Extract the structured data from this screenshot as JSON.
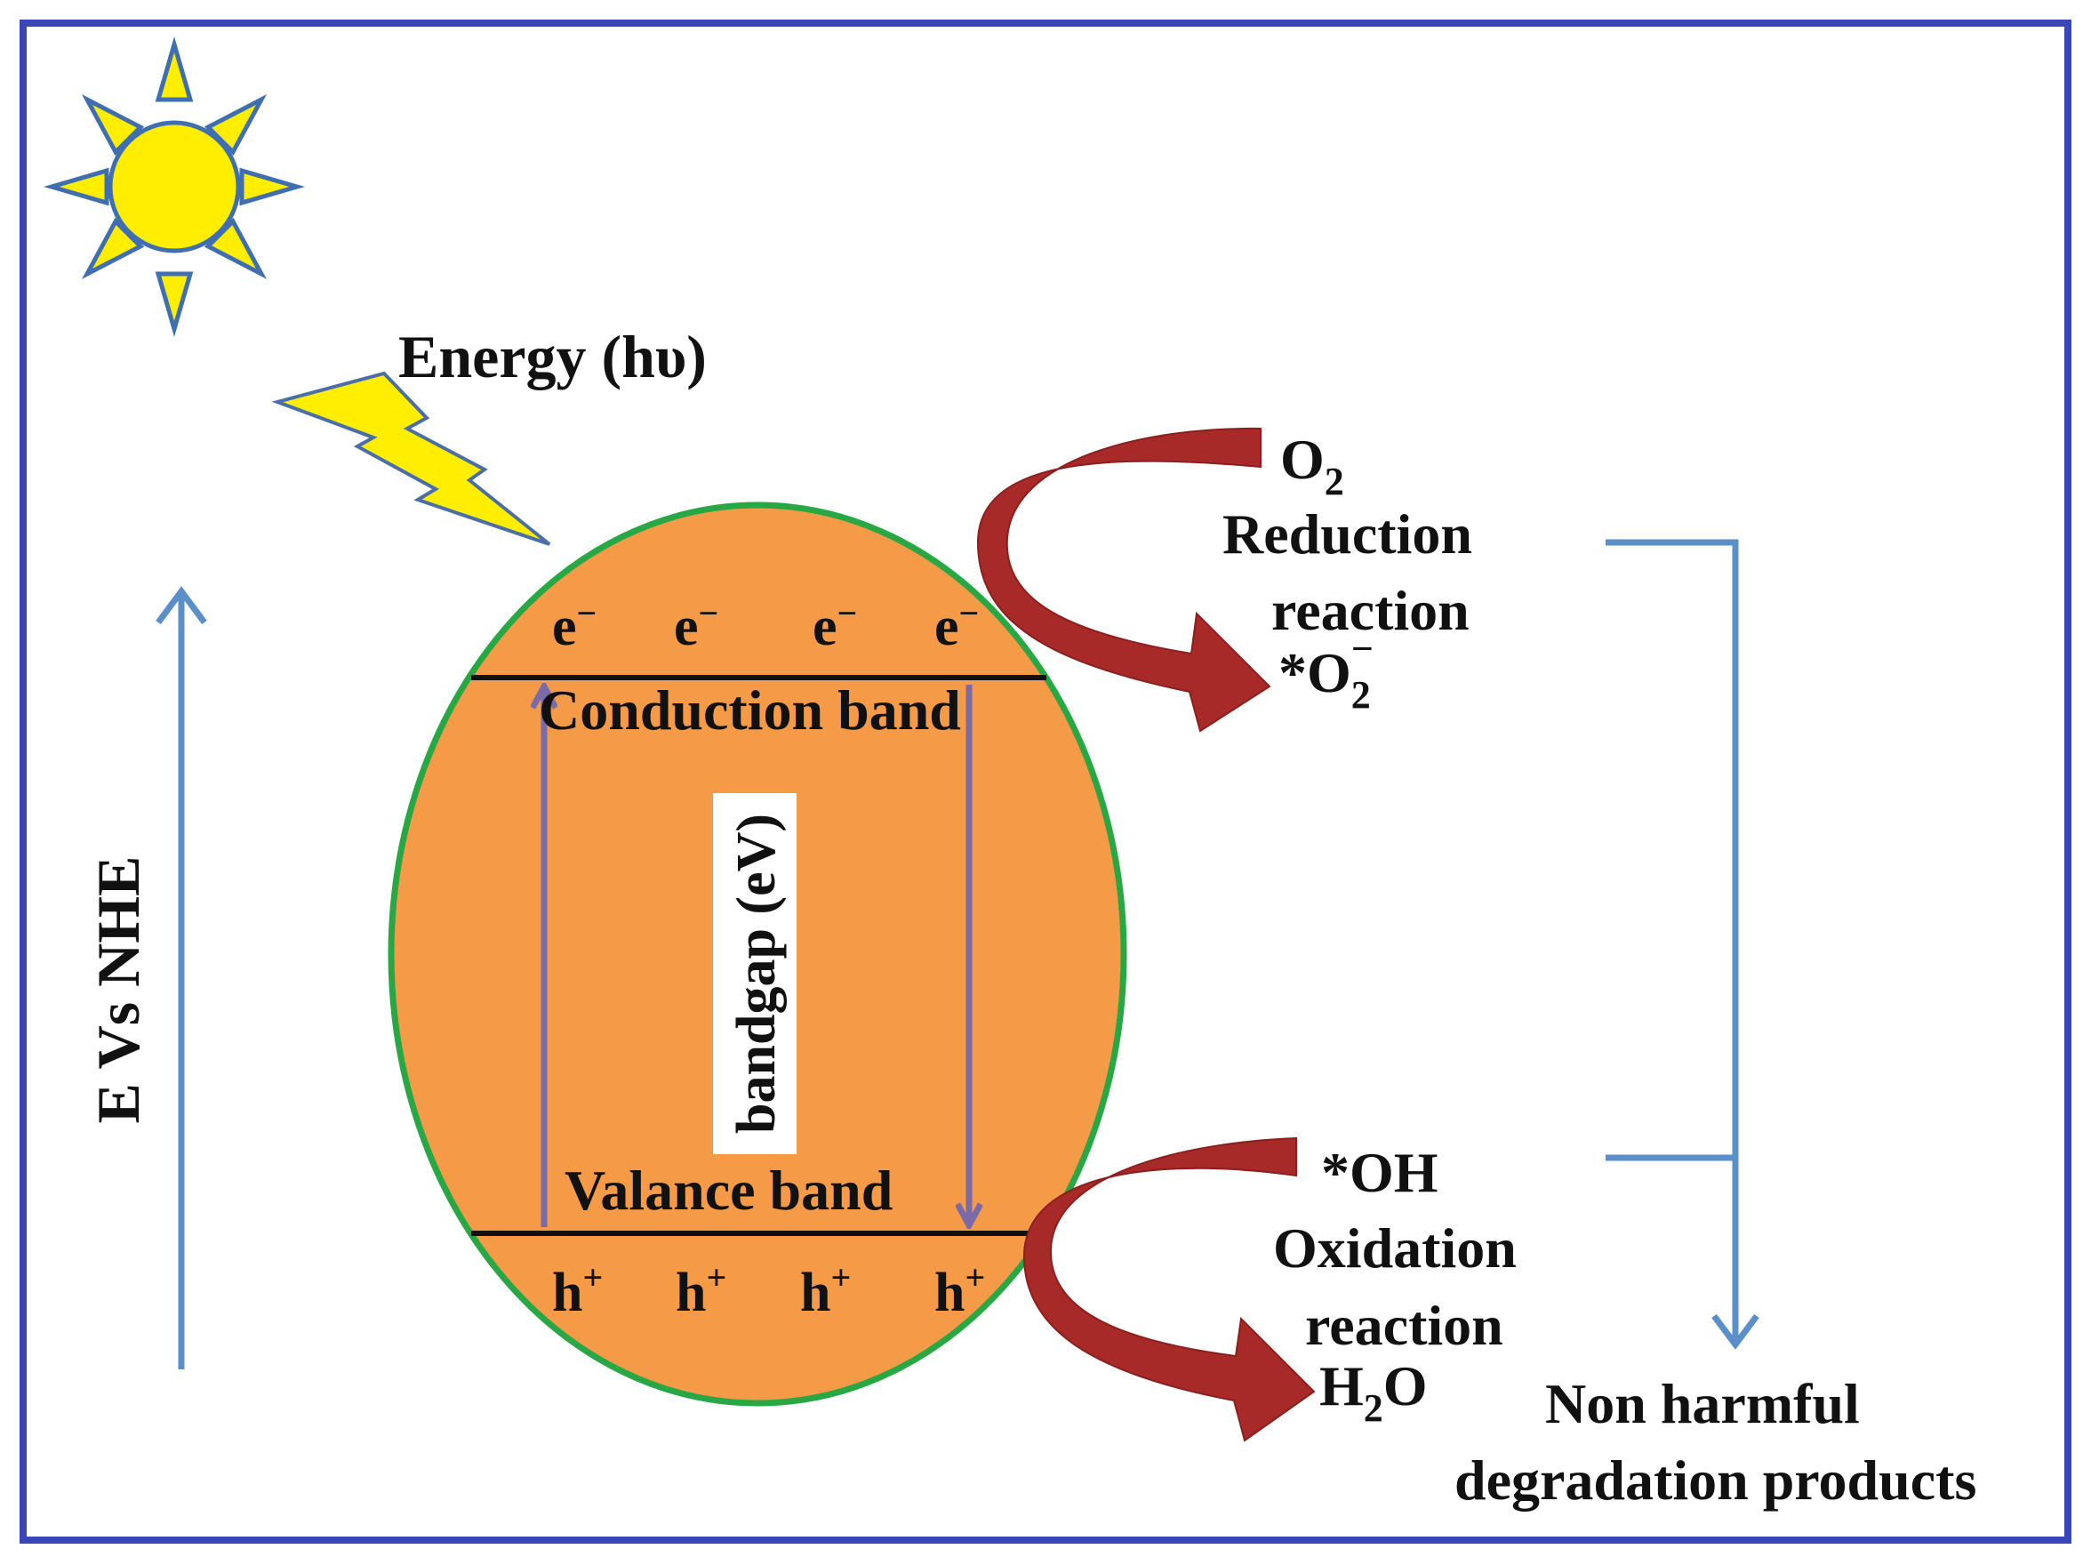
{
  "energy_label": "Energy (hυ)",
  "axis_label": "E Vs NHE",
  "bandgap_label": "bandgap (eV)",
  "conduction_band_label": "Conduction band",
  "valence_band_label": "Valance band",
  "electrons": [
    "e",
    "e",
    "e",
    "e"
  ],
  "electron_sign": "−",
  "holes": [
    "h",
    "h",
    "h",
    "h"
  ],
  "hole_sign": "+",
  "reduction": {
    "reactant_base": "O",
    "reactant_sub": "2",
    "line1": "Reduction",
    "line2": "reaction",
    "product_prefix": "*O",
    "product_sub": "2",
    "product_sup": "−"
  },
  "oxidation": {
    "reactant": "*OH",
    "line1": "Oxidation",
    "line2": "reaction",
    "product_base": "H",
    "product_sub": "2",
    "product_tail": "O"
  },
  "result_line1": "Non harmful",
  "result_line2": "degradation products",
  "colors": {
    "frame": "#3a45b8",
    "sun_fill": "#ffee00",
    "sun_stroke": "#3f6fb0",
    "bolt_fill": "#ffee00",
    "bolt_stroke": "#4a6fa8",
    "particle_fill": "#f59a47",
    "particle_stroke": "#27a845",
    "band_line": "#111111",
    "transition_arrow": "#7b6aa8",
    "reaction_arrow": "#a82a28",
    "flow_line": "#5b8fc9"
  }
}
